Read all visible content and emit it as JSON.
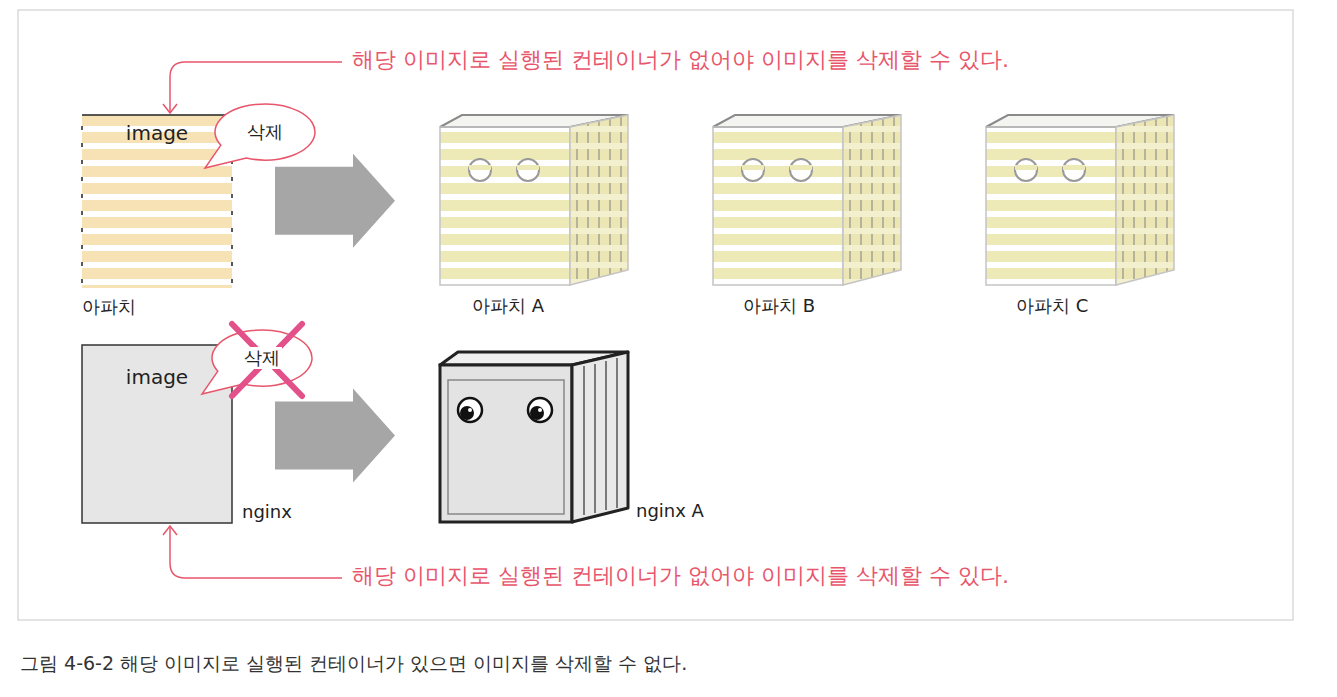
{
  "diagram": {
    "caption": "그림 4-6-2 해당 이미지로 실행된 컨테이너가 있으면 이미지를 삭제할 수 없다.",
    "nodes": [
      {
        "text": [
          "image",
          "아파치"
        ]
      },
      {
        "text": [
          "삭제"
        ]
      },
      {
        "text": [
          "아파치 A"
        ]
      },
      {
        "text": [
          "아파치 B"
        ]
      },
      {
        "text": [
          "아파치 C"
        ]
      },
      {
        "text": [
          "image",
          "nginx"
        ]
      },
      {
        "text": [
          "삭제"
        ]
      },
      {
        "text": [
          "nginx A"
        ]
      }
    ],
    "edges": [
      {
        "from": 0,
        "to": 2,
        "arrow": "to"
      },
      {
        "from": 5,
        "to": 7,
        "arrow": "to"
      }
    ],
    "labels": [
      "해당 이미지로 실행된 컨테이너가 없어야 이미지를 삭제할 수 있다.",
      "해당 이미지로 실행된 컨테이너가 없어야 이미지를 삭제할 수 있다."
    ]
  }
}
